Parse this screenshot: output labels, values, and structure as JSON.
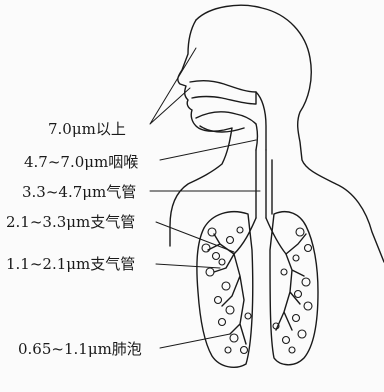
{
  "labels": [
    {
      "text": "7.0μm以上",
      "region": "nasal-oral cavity"
    },
    {
      "text": "4.7~7.0μm咽喉",
      "region": "pharynx-larynx"
    },
    {
      "text": "3.3~4.7μm气管",
      "region": "trachea"
    },
    {
      "text": "2.1~3.3μm支气管",
      "region": "primary bronchi"
    },
    {
      "text": "1.1~2.1μm支气管",
      "region": "secondary bronchi"
    },
    {
      "text": "0.65~1.1μm肺泡",
      "region": "alveoli"
    }
  ],
  "colors": {
    "line": "#1a1a1a",
    "background": "#fbfbfb"
  }
}
